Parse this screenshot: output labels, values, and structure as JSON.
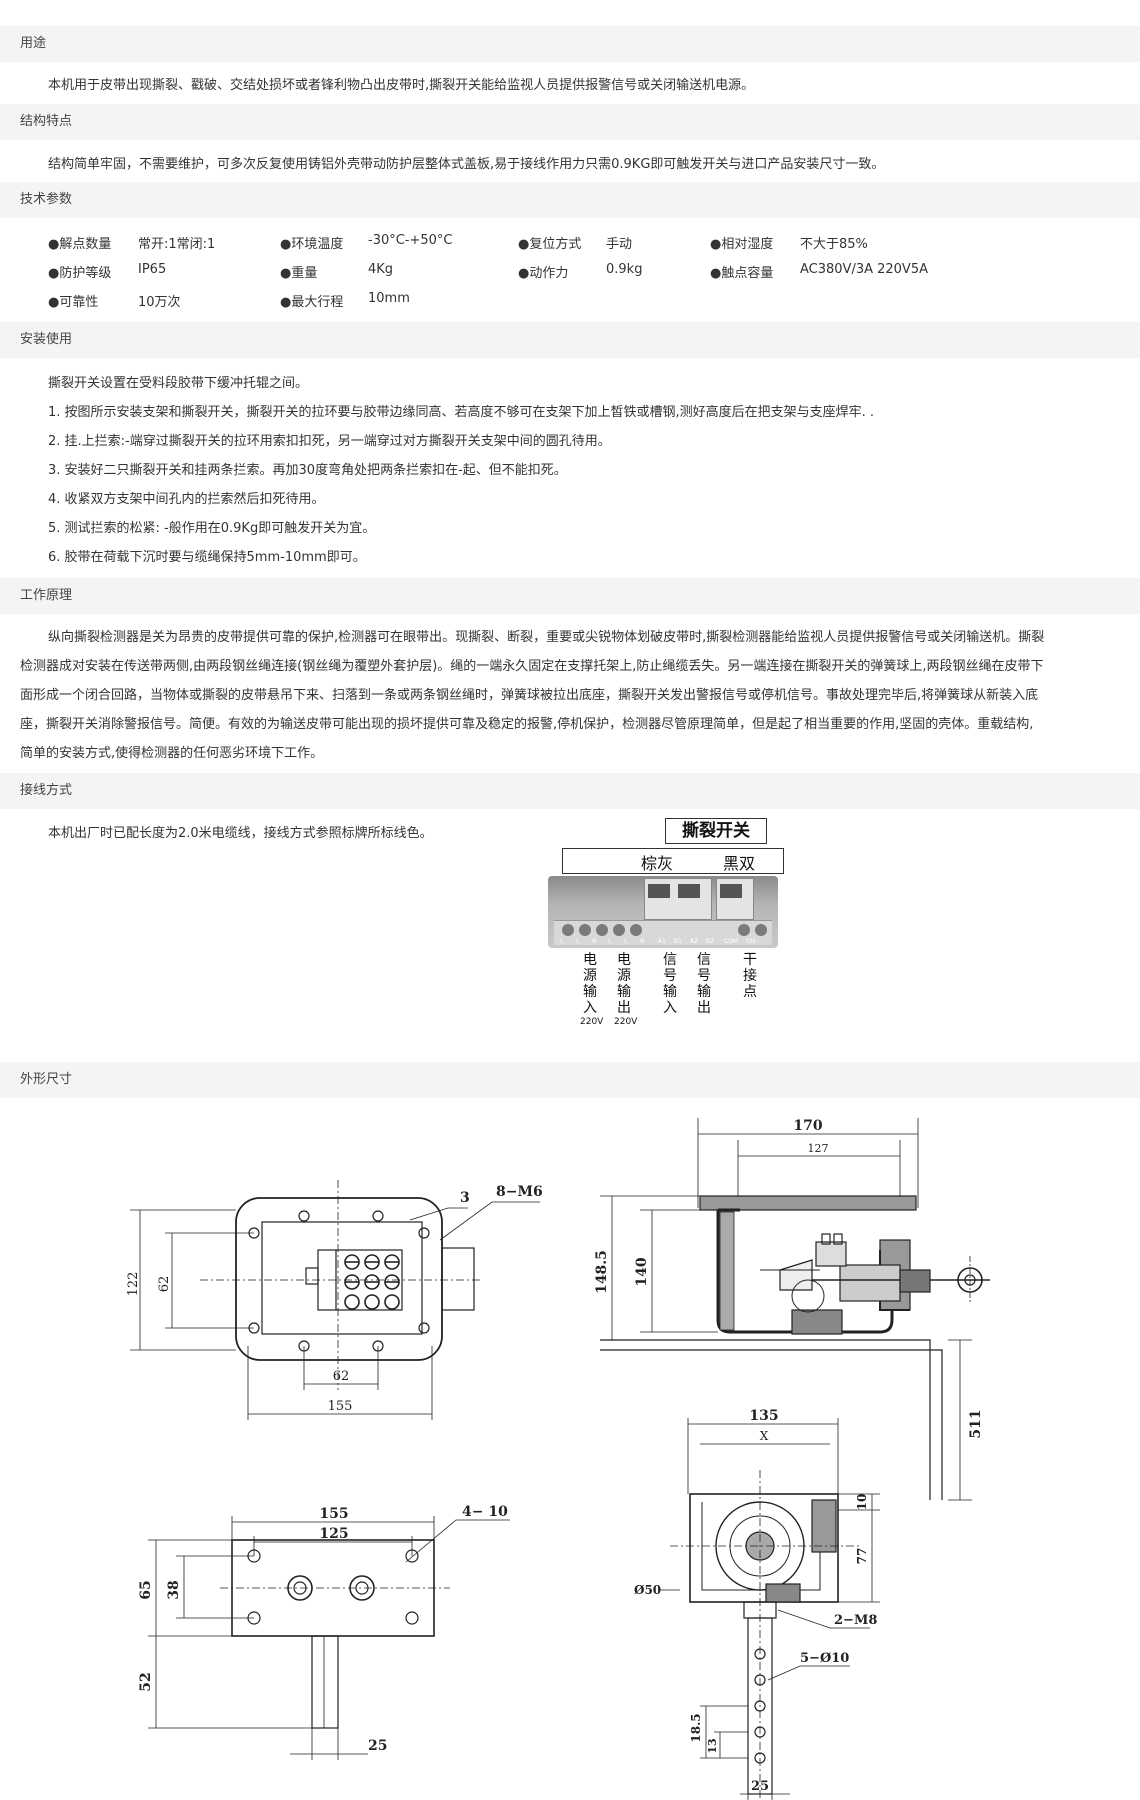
{
  "sections": {
    "usage": {
      "title": "用途",
      "text": "本机用于皮带出现撕裂、戳破、交结处损坏或者锋利物凸出皮带时,撕裂开关能给监视人员提供报警信号或关闭输送机电源。"
    },
    "structure": {
      "title": "结构特点",
      "text": "结构简单牢固，不需要维护，可多次反复使用铸铝外壳带动防护层整体式盖板,易于接线作用力只需0.9KG即可触发开关与进口产品安装尺寸一致。"
    },
    "params": {
      "title": "技术参数",
      "items": [
        {
          "label": "●解点数量",
          "value": "常开:1常闭:1"
        },
        {
          "label": "●环境温度",
          "value": "-30°C-+50°C"
        },
        {
          "label": "●复位方式",
          "value": "手动"
        },
        {
          "label": "●相对湿度",
          "value": "不大于85%"
        },
        {
          "label": "●防护等级",
          "value": "IP65"
        },
        {
          "label": "●重量",
          "value": "4Kg"
        },
        {
          "label": "●动作力",
          "value": "0.9kg"
        },
        {
          "label": "●触点容量",
          "value": "AC380V/3A 220V5A"
        },
        {
          "label": "●可靠性",
          "value": "10万次"
        },
        {
          "label": "●最大行程",
          "value": "10mm"
        }
      ]
    },
    "install": {
      "title": "安装使用",
      "intro": "撕裂开关设置在受料段胶带下缓冲托辊之间。",
      "steps": [
        "1. 按图所示安装支架和撕裂开关，撕裂开关的拉环要与胶带边缘同高、若高度不够可在支架下加上皙铁或槽钢,测好高度后在把支架与支座焊牢. .",
        "2. 挂.上拦索:-端穿过撕裂开关的拉环用索扣扣死，另一端穿过对方撕裂开关支架中间的圆孔待用。",
        "3. 安装好二只撕裂开关和挂两条拦索。再加30度弯角处把两条拦索扣在-起、但不能扣死。",
        "4. 收紧双方支架中间孔内的拦索然后扣死待用。",
        "5. 测试拦索的松紧: -般作用在0.9Kg即可触发开关为宜。",
        "6. 胶带在荷载下沉时要与缆绳保持5mm-10mm即可。"
      ]
    },
    "principle": {
      "title": "工作原理",
      "lines": [
        "纵向撕裂检测器是关为昂贵的皮带提供可靠的保护,检测器可在眼带出。现撕裂、断裂，重要或尖锐物体划破皮带时,撕裂检测器能给监视人员提供报警信号或关闭输送机。撕裂",
        "检测器成对安装在传送带两侧,由两段钢丝绳连接(钢丝绳为覆塑外套护层)。绳的一端永久固定在支撑托架上,防止绳缆丢失。另一端连接在撕裂开关的弹簧球上,两段钢丝绳在皮带下",
        "面形成一个闭合回路，当物体或撕裂的皮带悬吊下来、扫落到一条或两条钢丝绳时，弹簧球被拉出底座，撕裂开关发出警报信号或停机信号。事故处理完毕后,将弹簧球从新装入底",
        "座，撕裂开关消除警报信号。简便。有效的为输送皮带可能出现的损坏提供可靠及稳定的报警,停机保护，检测器尽管原理简单，但是起了相当重要的作用,坚固的壳体。重载结构,",
        "简单的安装方式,使得检测器的任何恶劣环境下工作。"
      ]
    },
    "wiring": {
      "title": "接线方式",
      "text": "本机出厂时已配长度为2.0米电缆线，接线方式参照标牌所标线色。",
      "panel_title": "撕裂开关",
      "color1": "棕灰",
      "color2": "黑双",
      "terminals": [
        "L",
        "L",
        "N",
        "L",
        "L",
        "N",
        "A1",
        "B1",
        "A2",
        "B2",
        "COM",
        "ON"
      ],
      "labels": [
        {
          "chars": [
            "电",
            "源",
            "输",
            "入"
          ],
          "sub": "220V"
        },
        {
          "chars": [
            "电",
            "源",
            "输",
            "出"
          ],
          "sub": "220V"
        },
        {
          "chars": [
            "信",
            "号",
            "输",
            "入"
          ],
          "sub": ""
        },
        {
          "chars": [
            "信",
            "号",
            "输",
            "出"
          ],
          "sub": ""
        },
        {
          "chars": [
            "干",
            "接",
            "点"
          ],
          "sub": ""
        }
      ]
    },
    "dims": {
      "title": "外形尺寸",
      "d_top_122": "122",
      "d_top_62v": "62",
      "d_top_62h": "62",
      "d_top_155": "155",
      "d_top_3": "3",
      "d_top_m6": "8−M6",
      "d_side_170": "170",
      "d_side_127": "127",
      "d_side_1485": "148.5",
      "d_side_140": "140",
      "d_side_511": "511",
      "d_br_155": "155",
      "d_br_125": "125",
      "d_br_410": "4−  10",
      "d_br_65": "65",
      "d_br_38": "38",
      "d_br_52": "52",
      "d_br_25": "25",
      "d_fr_135": "135",
      "d_fr_x": "X",
      "d_fr_10": "10",
      "d_fr_77": "77",
      "d_fr_50": "Ø50",
      "d_fr_m8": "2−M8",
      "d_fr_5o10": "5−Ø10",
      "d_fr_185": "18.5",
      "d_fr_13": "13",
      "d_fr_25": "25"
    }
  }
}
